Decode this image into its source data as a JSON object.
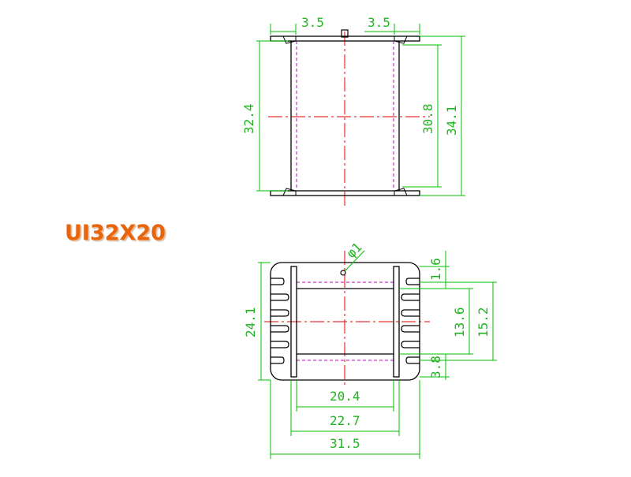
{
  "part_label": "UI32X20",
  "colors": {
    "outline": "#000000",
    "dimension": "#00c000",
    "dim_text": "#1fb51f",
    "center_line": "#e00000",
    "hidden_line": "#c000c0",
    "label": "#e8650c"
  },
  "top_view": {
    "flange_left_width": "3.5",
    "flange_right_width": "3.5",
    "bobbin_height": "32.4",
    "inner_height": "30.8",
    "total_height": "34.1"
  },
  "bottom_view": {
    "hole_diameter": "φ1",
    "top_margin": "1.6",
    "height": "24.1",
    "window_height": "13.6",
    "pin_span": "15.2",
    "bottom_margin": "3.8",
    "inner_width": "20.4",
    "middle_width": "22.7",
    "total_width": "31.5"
  }
}
